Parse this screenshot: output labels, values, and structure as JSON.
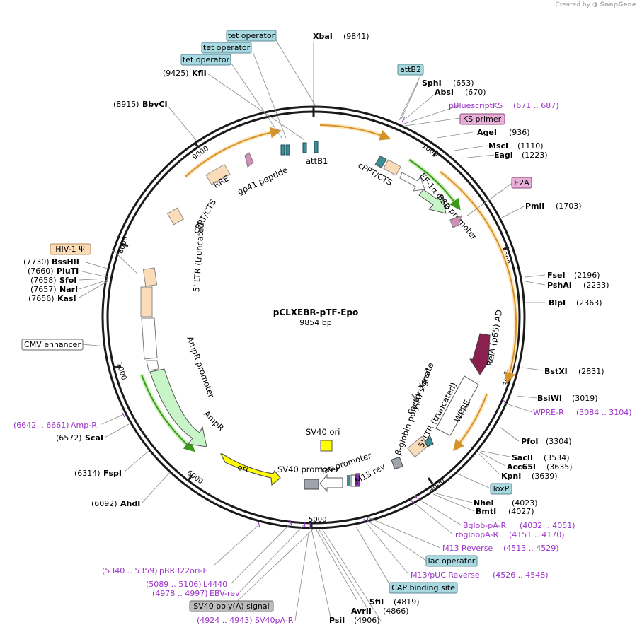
{
  "brand": {
    "prefix": "Created by",
    "name": "SnapGene"
  },
  "plasmid": {
    "name": "pCLXEBR-pTF-Epo",
    "size": "9854 bp"
  },
  "ticks": [
    "1000",
    "2000",
    "3000",
    "4000",
    "5000",
    "6000",
    "7000",
    "8000",
    "9000"
  ],
  "sites": [
    {
      "name": "XbaI",
      "pos": "(9841)"
    },
    {
      "name": "KflI",
      "pos": "(9425)"
    },
    {
      "name": "BbvCI",
      "pos": "(8915)"
    },
    {
      "name": "SphI",
      "pos": "(653)"
    },
    {
      "name": "AbsI",
      "pos": "(670)"
    },
    {
      "name": "AgeI",
      "pos": "(936)"
    },
    {
      "name": "MscI",
      "pos": "(1110)"
    },
    {
      "name": "EagI",
      "pos": "(1223)"
    },
    {
      "name": "PmlI",
      "pos": "(1703)"
    },
    {
      "name": "FseI",
      "pos": "(2196)"
    },
    {
      "name": "PshAI",
      "pos": "(2233)"
    },
    {
      "name": "BlpI",
      "pos": "(2363)"
    },
    {
      "name": "BstXI",
      "pos": "(2831)"
    },
    {
      "name": "BsiWI",
      "pos": "(3019)"
    },
    {
      "name": "PfoI",
      "pos": "(3304)"
    },
    {
      "name": "SacII",
      "pos": "(3534)"
    },
    {
      "name": "Acc65I",
      "pos": "(3635)"
    },
    {
      "name": "KpnI",
      "pos": "(3639)"
    },
    {
      "name": "NheI",
      "pos": "(4023)"
    },
    {
      "name": "BmtI",
      "pos": "(4027)"
    },
    {
      "name": "SfiI",
      "pos": "(4819)"
    },
    {
      "name": "AvrII",
      "pos": "(4866)"
    },
    {
      "name": "PsiI",
      "pos": "(4906)"
    },
    {
      "name": "AhdI",
      "pos": "(6092)"
    },
    {
      "name": "FspI",
      "pos": "(6314)"
    },
    {
      "name": "ScaI",
      "pos": "(6572)"
    },
    {
      "name": "BssHII",
      "pos": "(7730)"
    },
    {
      "name": "PluTI",
      "pos": "(7660)"
    },
    {
      "name": "SfoI",
      "pos": "(7658)"
    },
    {
      "name": "NarI",
      "pos": "(7657)"
    },
    {
      "name": "KasI",
      "pos": "(7656)"
    }
  ],
  "primers": [
    {
      "name": "pBluescriptKS",
      "range": "(671 .. 687)"
    },
    {
      "name": "WPRE-R",
      "range": "(3084 .. 3104)"
    },
    {
      "name": "Bglob-pA-R",
      "range": "(4032 .. 4051)"
    },
    {
      "name": "rbglobpA-R",
      "range": "(4151 .. 4170)"
    },
    {
      "name": "M13 Reverse",
      "range": "(4513 .. 4529)"
    },
    {
      "name": "M13/pUC Reverse",
      "range": "(4526 .. 4548)"
    },
    {
      "name": "pBR322ori-F",
      "range": "(5340 .. 5359)"
    },
    {
      "name": "L4440",
      "range": "(5089 .. 5106)"
    },
    {
      "name": "EBV-rev",
      "range": "(4978 .. 4997)"
    },
    {
      "name": "SV40pA-R",
      "range": "(4924 .. 4943)"
    },
    {
      "name": "Amp-R",
      "range": "(6642 .. 6661)"
    }
  ],
  "boxes": {
    "tet1": "tet operator",
    "tet2": "tet operator",
    "tet3": "tet operator",
    "attB2": "attB2",
    "ks_primer": "KS primer",
    "e2a": "E2A",
    "hiv_psi": "HIV-1 Ψ",
    "cmv": "CMV enhancer",
    "loxp": "loxP",
    "lac_op": "lac operator",
    "cap": "CAP binding site",
    "sv40pa": "SV40 poly(A) signal"
  },
  "features": {
    "rre": "RRE",
    "gp41": "gp41 peptide",
    "attb1": "attB1",
    "cppt_top": "cPPT/CTS",
    "ef1a": "EF-1α core promoter",
    "bsd": "BSD",
    "cppt_left": "cPPT/CTS",
    "ltr5_left": "5' LTR (truncated)",
    "ampr_prom": "AmpR promoter",
    "ampr": "AmpR",
    "ori": "ori",
    "sv40_ori": "SV40 ori",
    "sv40_prom": "SV40 promoter",
    "lac_prom": "lac promoter",
    "m13rev": "M13 rev",
    "bglob": "β-globin poly(A) signal",
    "ltr5_right": "5' LTR (truncated)",
    "wpre": "WPRE",
    "factor_xa": "Factor Xa site",
    "rela": "RelA (p65) AD"
  },
  "colors": {
    "backbone": "#1a1a1a",
    "orange_arrow": "#e8a020",
    "green_arrow": "#3a9a1a",
    "gene_green": "#c8f5c8",
    "ltr_fill": "#fbdcb8",
    "ori_yellow": "#ffff00",
    "primer_purple": "#9b33c8",
    "box_blue": "#a8d8e0",
    "box_pink": "#e8b0d8",
    "rela_maroon": "#8a2050",
    "teal": "#3b8e98",
    "gray": "#a0a4ac"
  }
}
